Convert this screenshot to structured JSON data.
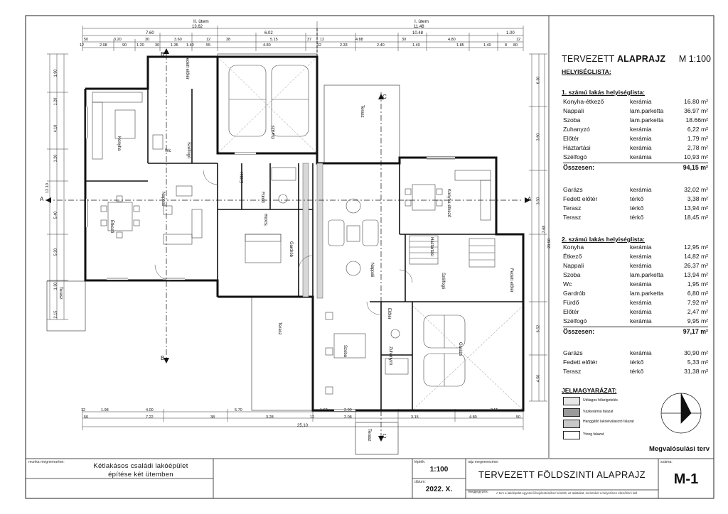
{
  "sheet": {
    "stage_left": "II. ütem",
    "stage_right": "I. ütem"
  },
  "panel": {
    "title_plain": "TERVEZETT ",
    "title_bold": "ALAPRAJZ",
    "scale": "M 1:100",
    "section_heading": "HELYISÉGLISTA:",
    "units": [
      {
        "heading": "1. számú lakás helyiséglista:",
        "rooms": [
          {
            "name": "Konyha-étkező",
            "material": "kerámia",
            "area": "16.80 m²"
          },
          {
            "name": "Nappali",
            "material": "lam.parketta",
            "area": "36.97 m²"
          },
          {
            "name": "Szoba",
            "material": "lam.parketta",
            "area": "18.66m²"
          },
          {
            "name": "Zuhanyzó",
            "material": "kerámia",
            "area": "6,22 m²"
          },
          {
            "name": "Előtér",
            "material": "kerámia",
            "area": "1,79 m²"
          },
          {
            "name": "Háztartási",
            "material": "kerámia",
            "area": "2,78 m²"
          },
          {
            "name": "Szélfogó",
            "material": "kerámia",
            "area": "10,93 m²"
          }
        ],
        "total_label": "Összesen:",
        "total_value": "94,15 m²",
        "extra": [
          {
            "name": "Garázs",
            "material": "kerámia",
            "area": "32,02 m²"
          },
          {
            "name": "Fedett előtér",
            "material": "térkő",
            "area": "3,38 m²"
          },
          {
            "name": "Terasz",
            "material": "térkő",
            "area": "13,94 m²"
          },
          {
            "name": "Terasz",
            "material": "térkő",
            "area": "18,45 m²"
          }
        ]
      },
      {
        "heading": "2. számú lakás helyiséglista:",
        "rooms": [
          {
            "name": "Konyha",
            "material": "kerámia",
            "area": "12,95 m²"
          },
          {
            "name": "Étkező",
            "material": "kerámia",
            "area": "14,82 m²"
          },
          {
            "name": "Nappali",
            "material": "kerámia",
            "area": "26,37 m²"
          },
          {
            "name": "Szoba",
            "material": "lam.parketta",
            "area": "13,94 m²"
          },
          {
            "name": "Wc",
            "material": "kerámia",
            "area": "1,95 m²"
          },
          {
            "name": "Gardrób",
            "material": "lam.parketta",
            "area": "6,80 m²"
          },
          {
            "name": "Fürdő",
            "material": "kerámia",
            "area": "7,92 m²"
          },
          {
            "name": "Előtér",
            "material": "kerámia",
            "area": "2,47 m²"
          },
          {
            "name": "Szélfogó",
            "material": "kerámia",
            "area": "9,95 m²"
          }
        ],
        "total_label": "Összesen:",
        "total_value": "97,17 m²",
        "extra": [
          {
            "name": "Garázs",
            "material": "kerámia",
            "area": "30,90 m²"
          },
          {
            "name": "Fedett előtér",
            "material": "térkő",
            "area": "5,33 m²"
          },
          {
            "name": "Terasz",
            "material": "térkő",
            "area": "31,38 m²"
          }
        ]
      }
    ],
    "legend_heading": "JELMAGYARÁZAT:",
    "legend": [
      {
        "label": "Utólagos hőszigetelés",
        "color": "#e8e8e8"
      },
      {
        "label": "Vázkerámia falazat",
        "color": "#9a9a9a"
      },
      {
        "label": "Hanggátló lakóelválasztó falazat",
        "color": "#c8c8c8"
      },
      {
        "label": "Ytong falazat",
        "color": "#ffffff"
      }
    ],
    "status": "Megvalósulási terv"
  },
  "title_block": {
    "work_label": "munka megnevezése:",
    "work_line1": "Kétlakásos családi lakóépület",
    "work_line2": "építése két ütemben",
    "scale_label": "lépték:",
    "scale_value": "1:100",
    "date_label": "dátum:",
    "date_value": "2022. X.",
    "drawing_label": "rajz megnevezése:",
    "drawing_title": "TERVEZETT FÖLDSZINTI ALAPRAJZ",
    "number_label": "száma:",
    "number_value": "M-1",
    "note_label": "megjegyzés:",
    "note_text": "A terv a lakóépület egyszerű bejelentéséhez készült, az adatokat, méreteket a helyszínen ellenőrizni kell."
  },
  "dimensions": {
    "top_total": "13.62",
    "top_total_right": "11.48",
    "top_row2": [
      "7.60",
      "6.02",
      "10.48",
      "1.00"
    ],
    "top_row3": [
      "50",
      "3.20",
      "30",
      "3.60",
      "12",
      "38",
      "5.15",
      "37",
      "12",
      "4.88",
      "30",
      "4.80",
      "12"
    ],
    "top_row4": [
      "12",
      "2.08",
      "90",
      "1.20",
      "30",
      "1.35",
      "1.40",
      "55",
      "4.80",
      "12",
      "2.33",
      "2.40",
      "1.40",
      "1.85",
      "1.40",
      "8",
      "80"
    ],
    "bottom_row1": [
      "12",
      "1.98",
      "4.00",
      "5.70",
      "1.62",
      "2.00",
      "2.55"
    ],
    "bottom_row2": [
      "50",
      "7.22",
      "38",
      "3.28",
      "12",
      "2.08",
      "3.15",
      "4.80",
      "50"
    ],
    "bottom_total": "25,10",
    "left_col": [
      "1.90",
      "1.20",
      "4.10",
      "1.20",
      "12.10",
      "5.40",
      "5.20",
      "1.30",
      "2.15"
    ],
    "right_col": [
      "6.30",
      "3.90",
      "3.50",
      "7.68",
      "20.50",
      "6.52",
      "4.50"
    ]
  },
  "rooms": [
    {
      "id": "konyha1",
      "label": "Konyha"
    },
    {
      "id": "etkezo1",
      "label": "Étkező"
    },
    {
      "id": "nappali1",
      "label": "Nappali"
    },
    {
      "id": "szelfogo1",
      "label": "Szélfogó"
    },
    {
      "id": "wc1",
      "label": "Wc"
    },
    {
      "id": "garazs1",
      "label": "Garázs"
    },
    {
      "id": "furdo1",
      "label": "Fürdő"
    },
    {
      "id": "gardrob1",
      "label": "Gardrób"
    },
    {
      "id": "szoba1",
      "label": "Szoba"
    },
    {
      "id": "eloter1",
      "label": "Előtér"
    },
    {
      "id": "fedett1",
      "label": "Fedett előtér"
    },
    {
      "id": "terasz1",
      "label": "Terasz"
    },
    {
      "id": "terasz2",
      "label": "Terasz"
    },
    {
      "id": "nappali2",
      "label": "Nappali"
    },
    {
      "id": "konyha2",
      "label": "Konyha-étkező"
    },
    {
      "id": "haztartasi",
      "label": "Háztartási"
    },
    {
      "id": "szelfogo2",
      "label": "Szélfogó"
    },
    {
      "id": "fedett2",
      "label": "Fedett előtér"
    },
    {
      "id": "szoba2",
      "label": "Szoba"
    },
    {
      "id": "eloter2",
      "label": "Előtér"
    },
    {
      "id": "zuhanyzo",
      "label": "Zuhanyzó"
    },
    {
      "id": "garazs2",
      "label": "Garázs"
    },
    {
      "id": "terasz3",
      "label": "Terasz"
    },
    {
      "id": "terasz4",
      "label": "Terasz"
    }
  ],
  "section_marks": {
    "a": "A",
    "b": "B",
    "c": "C"
  }
}
